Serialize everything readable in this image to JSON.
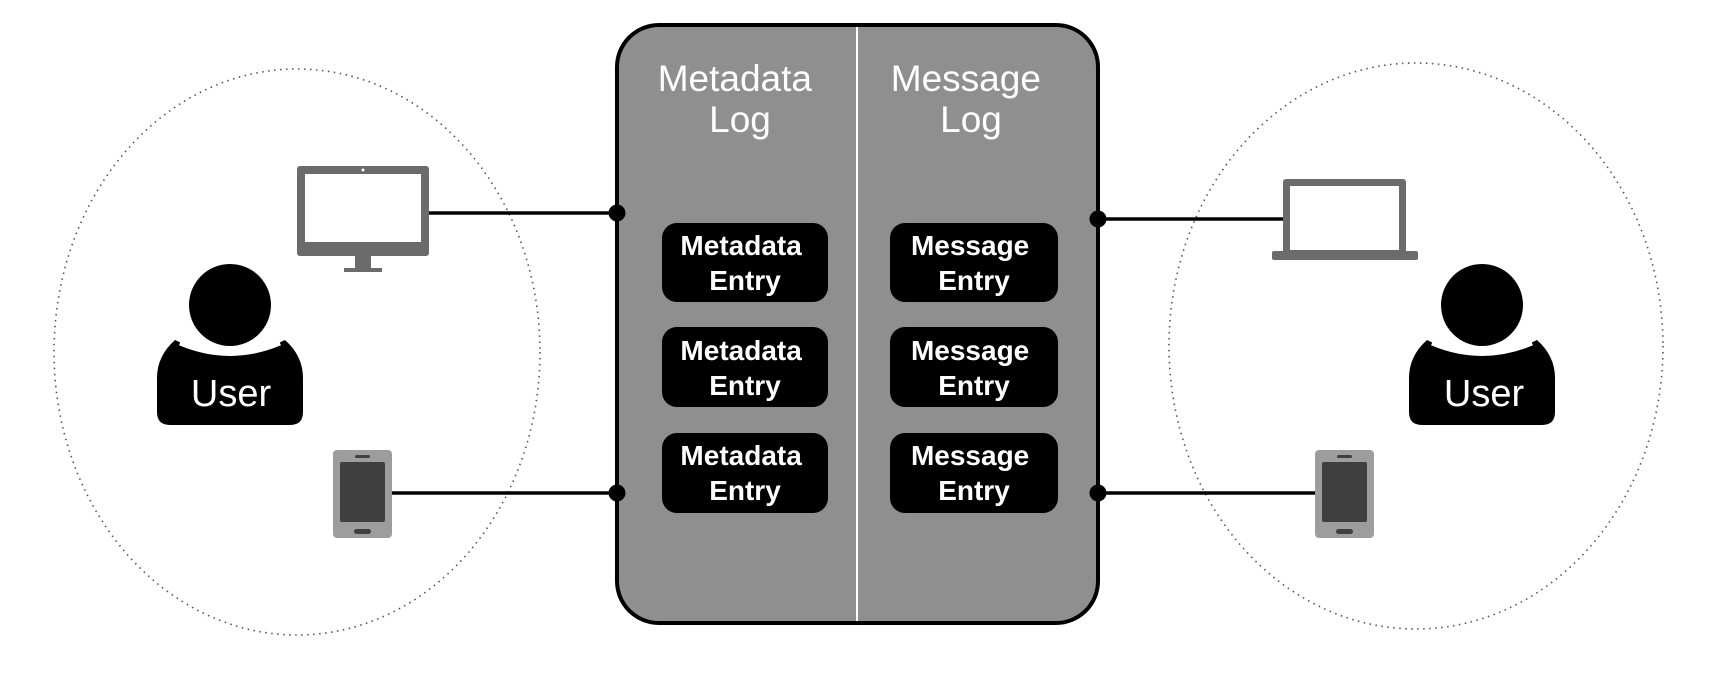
{
  "left_user": {
    "label": "User"
  },
  "right_user": {
    "label": "User"
  },
  "metadata_log": {
    "title_line1": "Metadata",
    "title_line2": "Log",
    "entries": [
      {
        "line1": "Metadata",
        "line2": "Entry"
      },
      {
        "line1": "Metadata",
        "line2": "Entry"
      },
      {
        "line1": "Metadata",
        "line2": "Entry"
      }
    ]
  },
  "message_log": {
    "title_line1": "Message",
    "title_line2": "Log",
    "entries": [
      {
        "line1": "Message",
        "line2": "Entry"
      },
      {
        "line1": "Message",
        "line2": "Entry"
      },
      {
        "line1": "Message",
        "line2": "Entry"
      }
    ]
  },
  "devices": {
    "left": [
      "desktop-monitor-icon",
      "smartphone-icon"
    ],
    "right": [
      "laptop-icon",
      "smartphone-icon"
    ]
  },
  "colors": {
    "log_panel_fill": "#8f8f8f",
    "entry_fill": "#000000",
    "device_gray": "#6b6b6b",
    "user_fill": "#000000"
  }
}
